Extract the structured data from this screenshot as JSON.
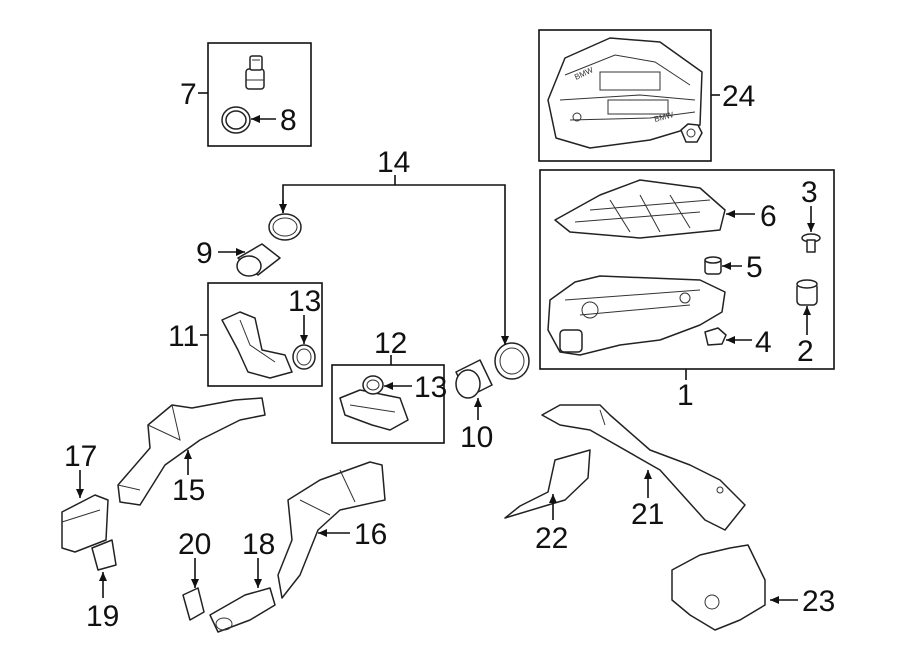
{
  "diagram": {
    "callouts": {
      "c1": "1",
      "c2": "2",
      "c3": "3",
      "c4": "4",
      "c5": "5",
      "c6": "6",
      "c7": "7",
      "c8": "8",
      "c9": "9",
      "c10": "10",
      "c11": "11",
      "c12": "12",
      "c13a": "13",
      "c13b": "13",
      "c14": "14",
      "c15": "15",
      "c16": "16",
      "c17": "17",
      "c18": "18",
      "c19": "19",
      "c20": "20",
      "c21": "21",
      "c22": "22",
      "c23": "23",
      "c24": "24"
    },
    "logo_text": "BMW"
  }
}
